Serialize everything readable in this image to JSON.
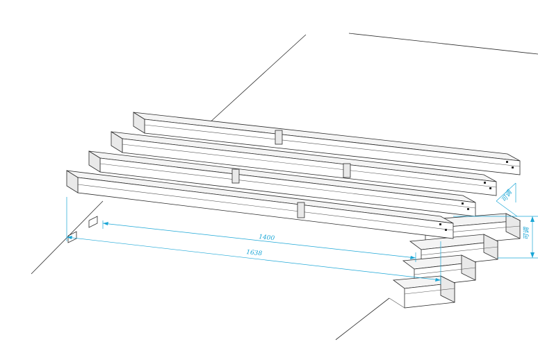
{
  "drawing": {
    "dimensions": {
      "inner_length": "1400",
      "outer_length": "1638",
      "vertical_label": "可调",
      "side_label": "可调"
    },
    "colors": {
      "dimension": "#1aa6d6",
      "outline": "#2a2a2a",
      "background": "#ffffff"
    }
  }
}
